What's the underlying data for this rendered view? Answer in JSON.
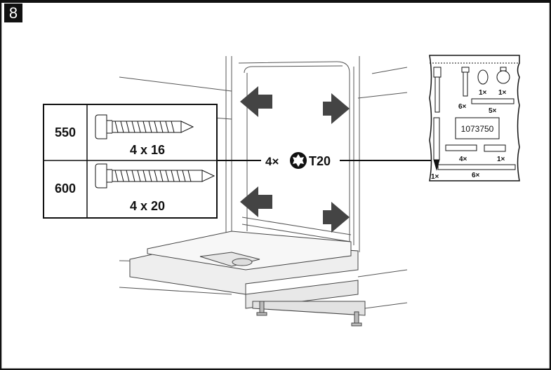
{
  "step": {
    "number": "8"
  },
  "screw_table": {
    "rows": [
      {
        "width": "550",
        "size": "4 x 16"
      },
      {
        "width": "600",
        "size": "4 x 20"
      }
    ]
  },
  "callout": {
    "count": "4×",
    "drive": "T20"
  },
  "hardware_bag": {
    "part_number": "1073750",
    "quantities": {
      "q1": "6×",
      "q2": "1×",
      "q3": "1×",
      "q4": "5×",
      "q5": "4×",
      "q6": "1×",
      "q7": "6×",
      "q8": "1×"
    }
  },
  "icons": {
    "torx": "torx-star-icon",
    "arrow": "direction-arrow-icon"
  }
}
